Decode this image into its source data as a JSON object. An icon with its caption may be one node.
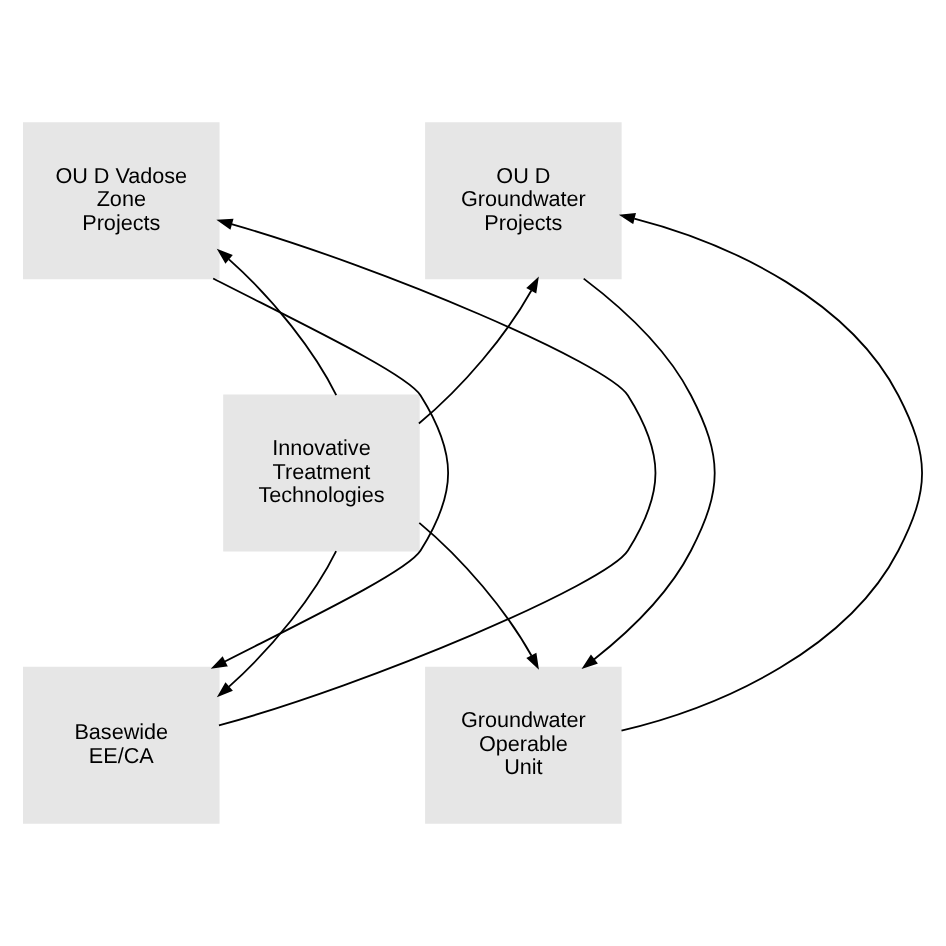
{
  "diagram": {
    "nodes": [
      {
        "text": [
          "OU D Vadose Zone Projects"
        ]
      },
      {
        "text": [
          "OU D Groundwater Projects"
        ]
      },
      {
        "text": [
          "Innovative Treatment Technologies"
        ]
      },
      {
        "text": [
          "Basewide EE/CA"
        ]
      },
      {
        "text": [
          "Groundwater Operable Unit"
        ]
      }
    ],
    "edges": [
      {
        "from": 3,
        "to": 0,
        "arrow": "to"
      },
      {
        "from": 0,
        "to": 3,
        "arrow": "to"
      },
      {
        "from": 4,
        "to": 1,
        "arrow": "to"
      },
      {
        "from": 1,
        "to": 4,
        "arrow": "to"
      },
      {
        "from": 2,
        "to": 0,
        "arrow": "to"
      },
      {
        "from": 2,
        "to": 1,
        "arrow": "to"
      },
      {
        "from": 2,
        "to": 3,
        "arrow": "to"
      },
      {
        "from": 2,
        "to": 4,
        "arrow": "to"
      }
    ]
  }
}
